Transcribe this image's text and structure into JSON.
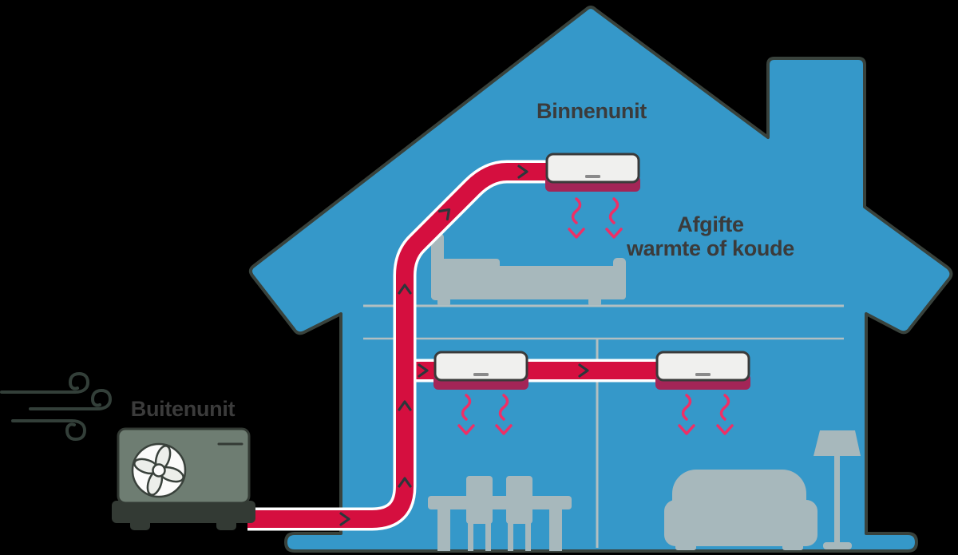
{
  "labels": {
    "binnenunit": "Binnenunit",
    "buitenunit": "Buitenunit",
    "afgifte_line1": "Afgifte",
    "afgifte_line2": "warmte of koude"
  },
  "colors": {
    "background": "#000000",
    "house_blue": "#3598c9",
    "outline_dark_green": "#39423c",
    "pipe_red": "#d50f3f",
    "pipe_border_white": "#ffffff",
    "indoor_unit_white": "#f0f0ee",
    "indoor_unit_border": "#3a3a3a",
    "indoor_unit_strip_magenta": "#a32557",
    "airflow_pink": "#ee2f66",
    "furniture_gray": "#a7b8bc",
    "outdoor_unit_green_gray": "#6e7d72",
    "outdoor_unit_dark": "#333a34",
    "label_text": "#3b3b3b",
    "floor_line_gray": "#b2bfc1"
  },
  "components": {
    "indoor_units": 3,
    "outdoor_units": 1,
    "airflow_arrow_pairs": 3,
    "wind_swirl_lines": 3,
    "furniture": [
      "bed",
      "dining-table",
      "chairs",
      "sofa",
      "floor-lamp"
    ]
  }
}
